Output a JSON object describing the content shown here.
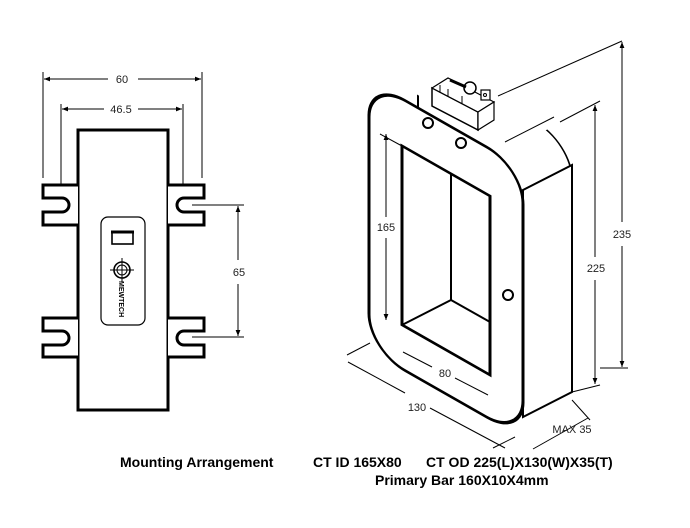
{
  "mounting": {
    "caption": "Mounting Arrangement",
    "dim_overall_width": "60",
    "dim_inner_width": "46.5",
    "dim_slot_pitch": "65",
    "label_brand": "MEWTECH"
  },
  "ct_view": {
    "dim_window_height": "165",
    "dim_window_width": "80",
    "dim_outer_width": "130",
    "dim_outer_height": "225",
    "dim_total_height": "235",
    "dim_thickness": "MAX 35"
  },
  "captions": {
    "ct_id": "CT ID 165X80",
    "ct_od": "CT OD 225(L)X130(W)X35(T)",
    "primary_bar": "Primary Bar 160X10X4mm"
  },
  "colors": {
    "line": "#000000",
    "background": "#ffffff"
  }
}
